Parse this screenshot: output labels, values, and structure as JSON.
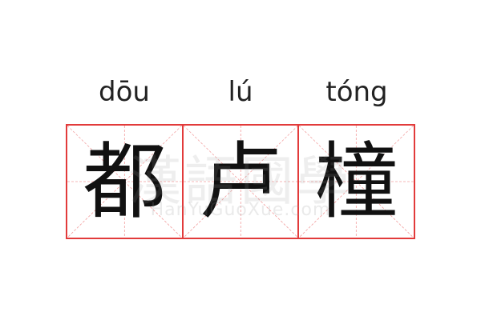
{
  "entry": {
    "pinyin": [
      "dōu",
      "lú",
      "tóng"
    ],
    "characters": [
      "都",
      "卢",
      "橦"
    ]
  },
  "watermark": {
    "main": "漢語國學",
    "sub": "HanYuGuoXue.com"
  },
  "colors": {
    "grid_border": "#e23b3b",
    "guide_lines": "#f2a0a0",
    "text": "#111111"
  }
}
